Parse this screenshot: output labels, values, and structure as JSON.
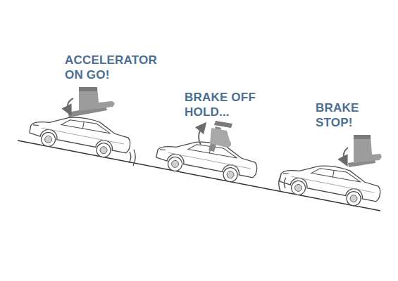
{
  "diagram": {
    "labels": [
      "ACCELERATOR ON GO!",
      "BRAKE OFF HOLD...",
      "BRAKE STOP!"
    ]
  }
}
